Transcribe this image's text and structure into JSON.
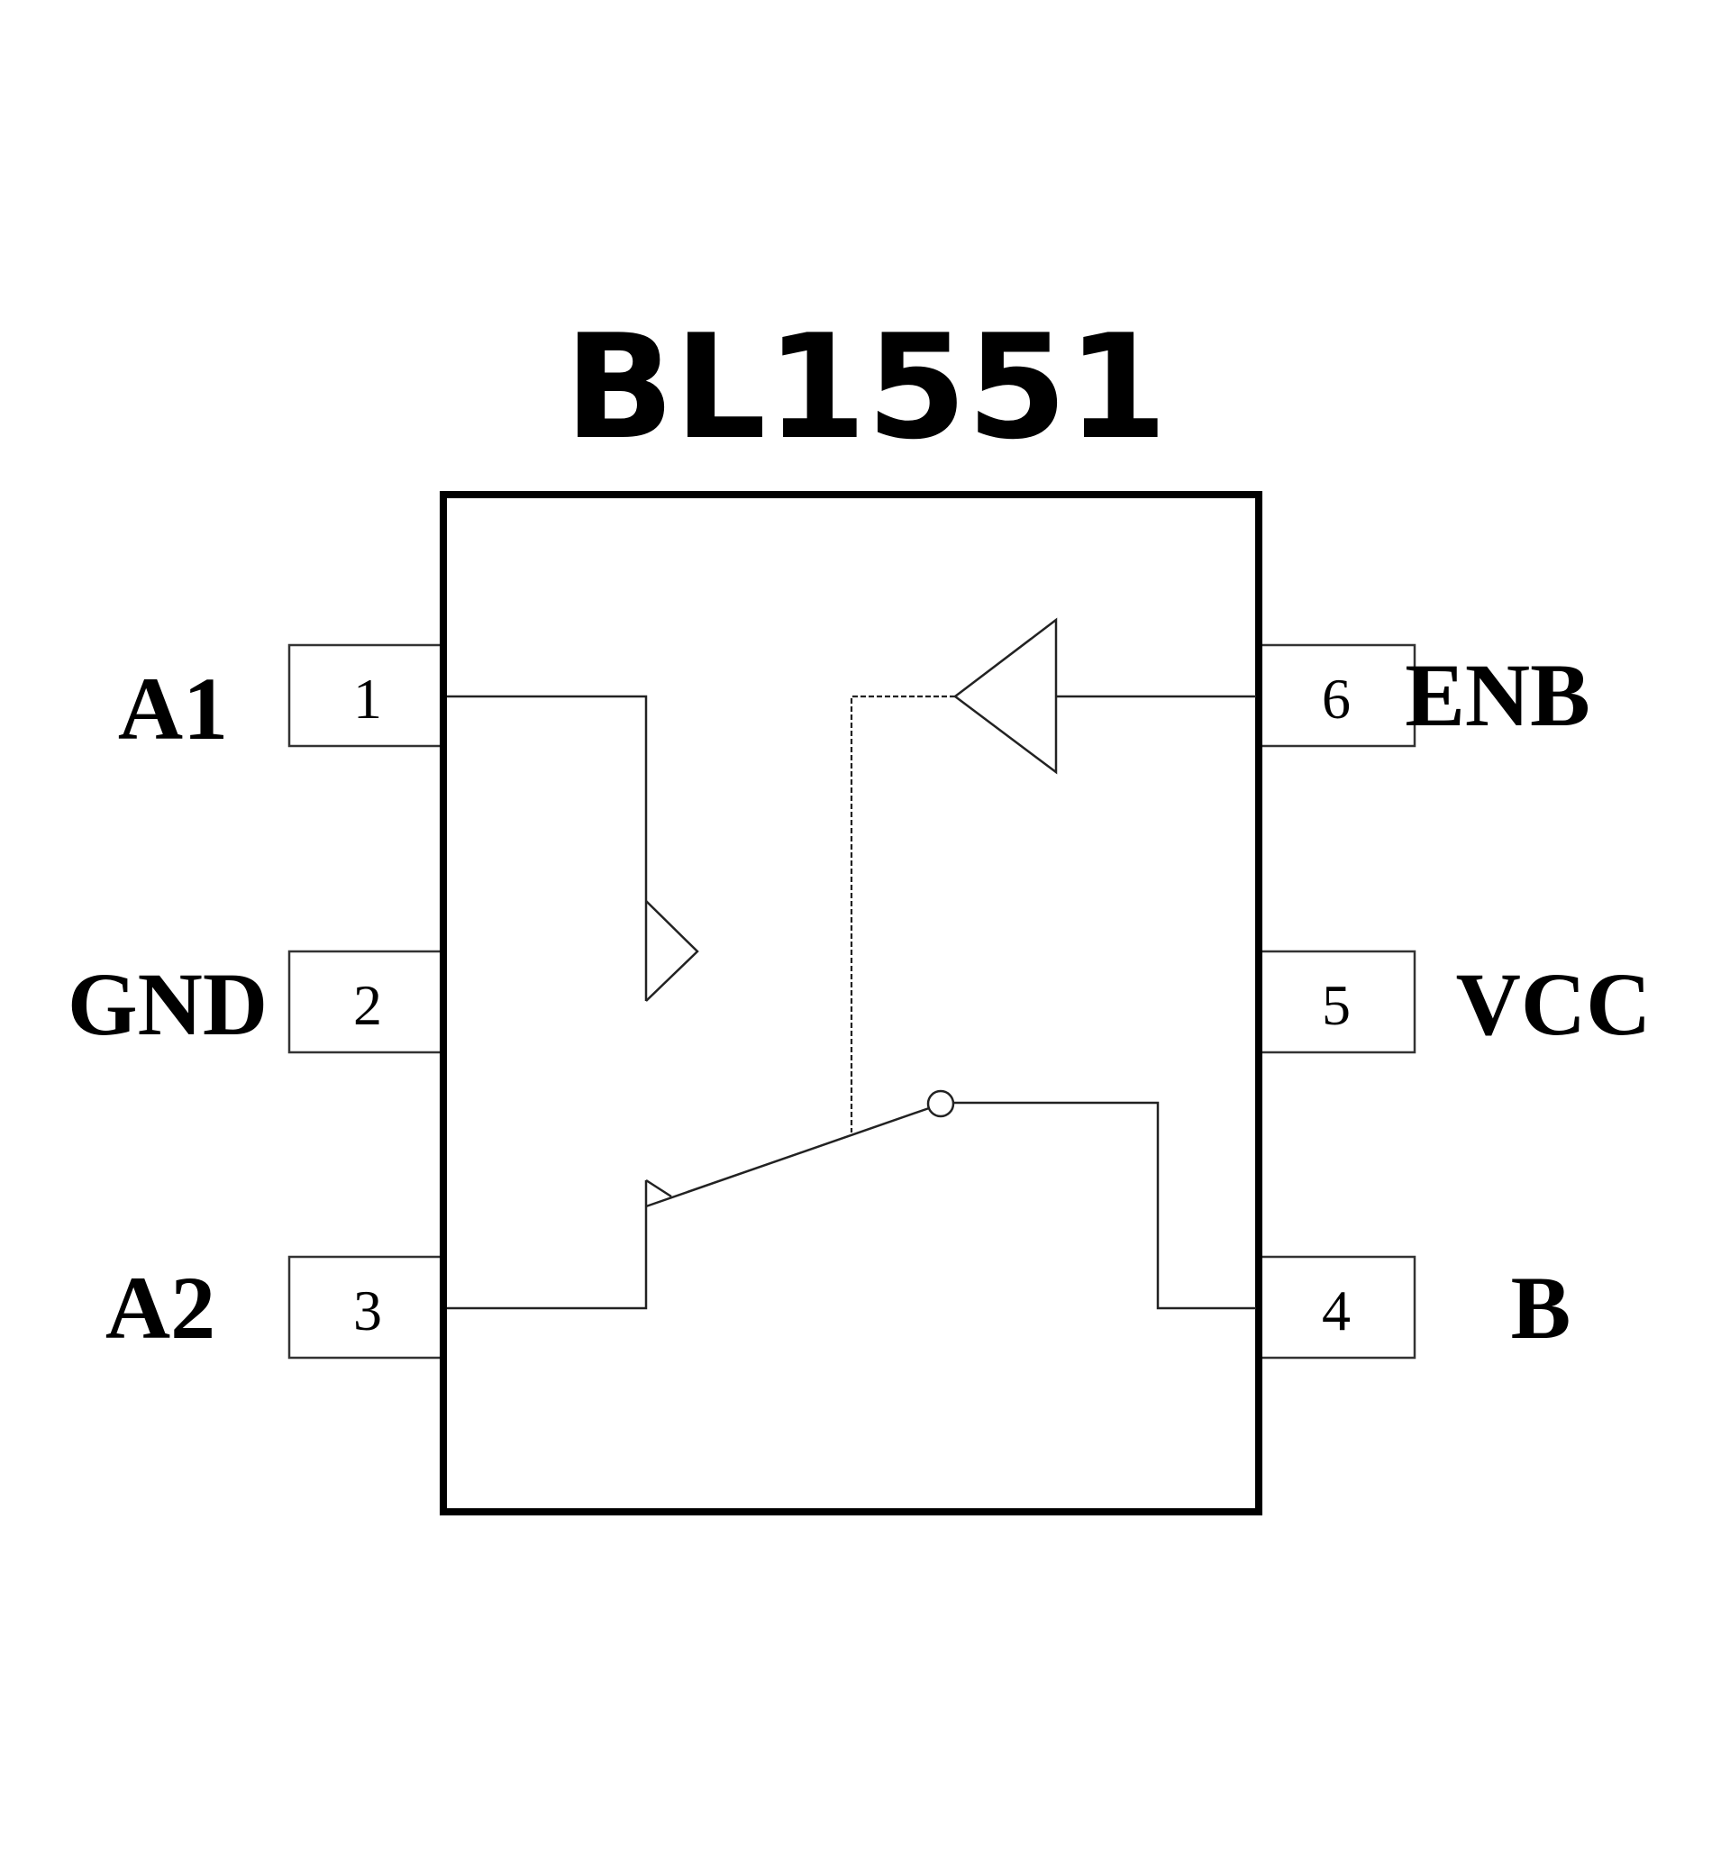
{
  "title": "BL1551",
  "pins": [
    {
      "number": "1",
      "label": "A1",
      "side": "left"
    },
    {
      "number": "2",
      "label": "GND",
      "side": "left"
    },
    {
      "number": "3",
      "label": "A2",
      "side": "left"
    },
    {
      "number": "4",
      "label": "B",
      "side": "right"
    },
    {
      "number": "5",
      "label": "VCC",
      "side": "right"
    },
    {
      "number": "6",
      "label": "ENB",
      "side": "right"
    }
  ],
  "colors": {
    "background": "#ffffff",
    "lines": "#000000"
  }
}
